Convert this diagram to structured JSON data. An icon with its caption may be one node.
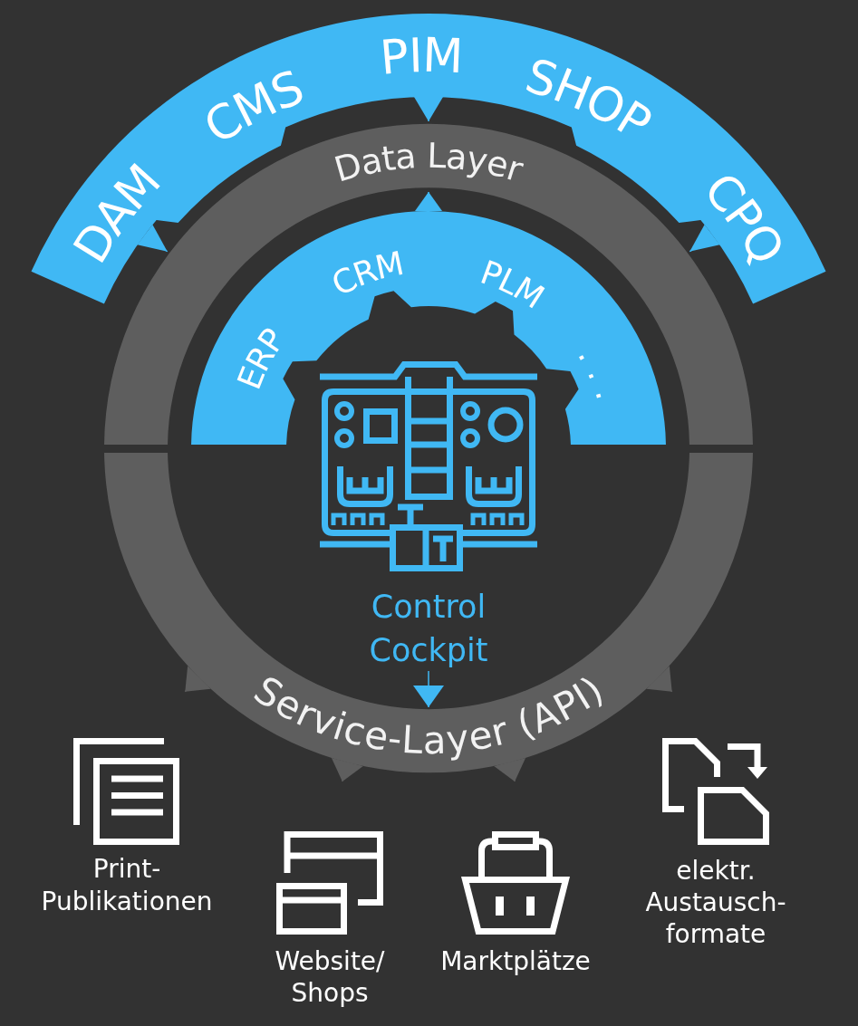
{
  "diagram": {
    "nodes": [
      {
        "text": [
          "DAM",
          "CMS",
          "PIM",
          "SHOP",
          "CPQ"
        ]
      },
      {
        "text": [
          "Data Layer"
        ]
      },
      {
        "text": [
          "ERP",
          "CRM",
          "PLM",
          "..."
        ]
      },
      {
        "text": [
          "Control Cockpit"
        ]
      },
      {
        "text": [
          "Service-Layer (API)"
        ]
      },
      {
        "text": [
          "Print- Publikationen"
        ]
      },
      {
        "text": [
          "Website/ Shops"
        ]
      },
      {
        "text": [
          "Marktplätze"
        ]
      },
      {
        "text": [
          "elektr. Austausch- formate"
        ]
      }
    ],
    "edges": [
      {
        "from": 0,
        "to": 1,
        "arrow": "to"
      },
      {
        "from": 0,
        "to": 1,
        "arrow": "to"
      },
      {
        "from": 0,
        "to": 1,
        "arrow": "to"
      },
      {
        "from": 2,
        "to": 1,
        "arrow": "to"
      },
      {
        "from": 3,
        "to": 4,
        "arrow": "to"
      },
      {
        "from": 4,
        "to": null,
        "arrow": "to",
        "color": "#5e5e5e"
      },
      {
        "from": 4,
        "to": null,
        "arrow": "to",
        "color": "#5e5e5e"
      },
      {
        "from": 4,
        "to": null,
        "arrow": "to",
        "color": "#5e5e5e"
      },
      {
        "from": 4,
        "to": null,
        "arrow": "to",
        "color": "#5e5e5e"
      }
    ]
  }
}
